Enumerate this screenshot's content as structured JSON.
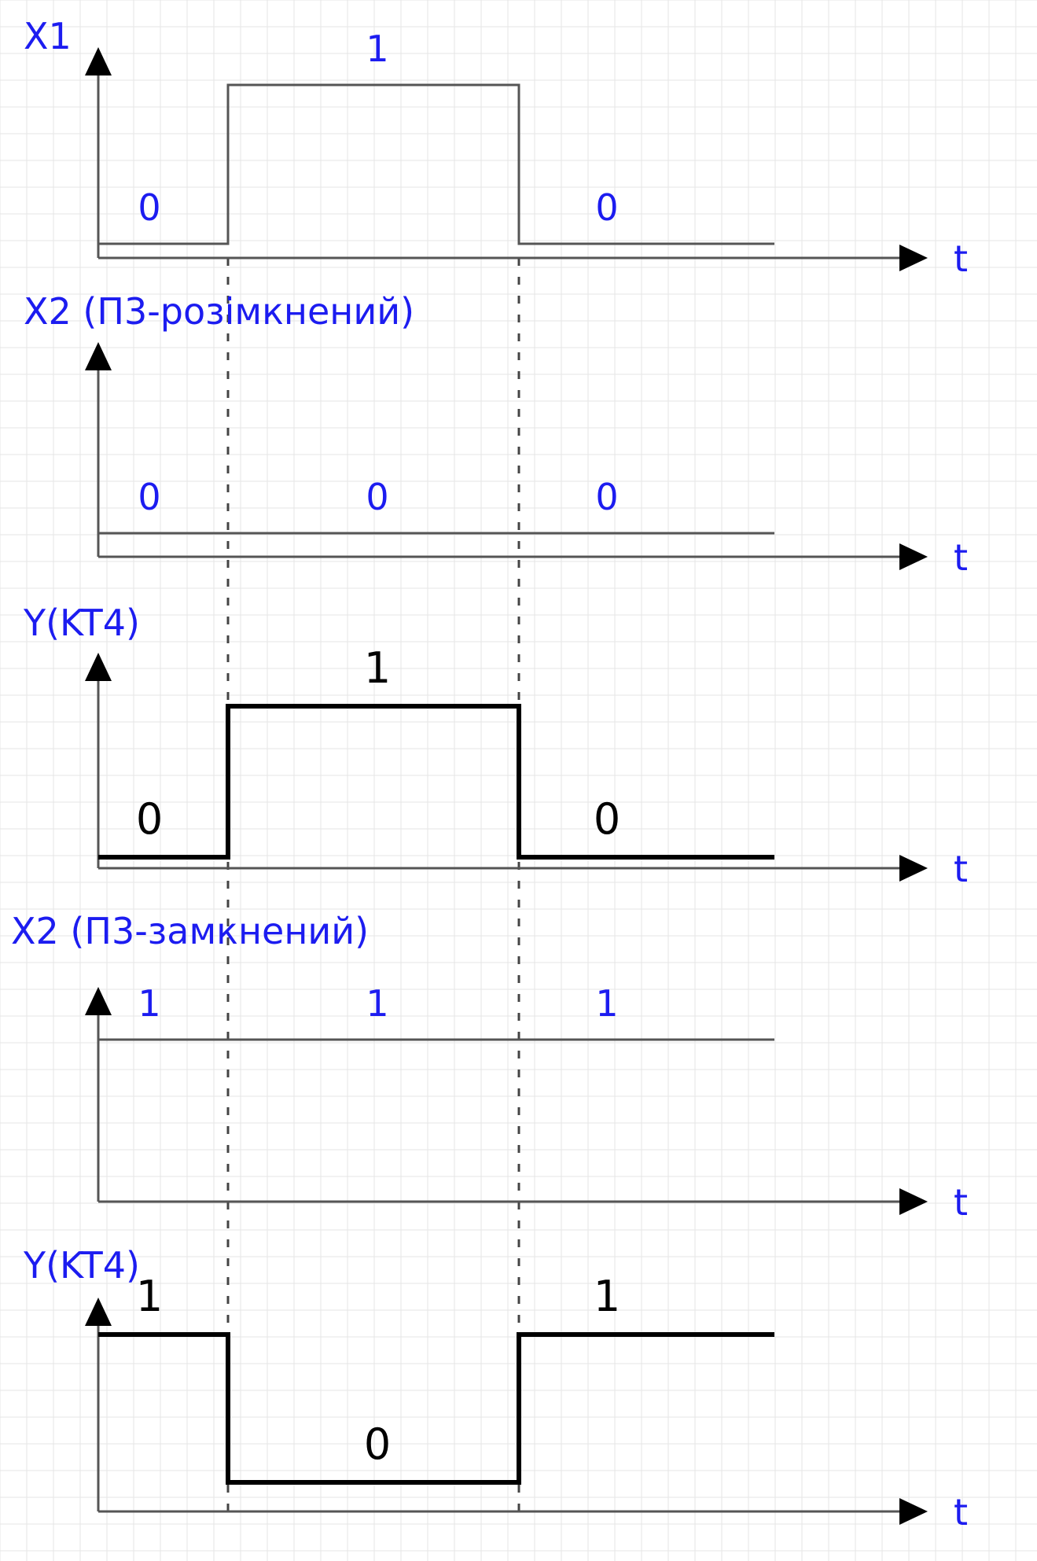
{
  "colors": {
    "label_blue": "#1c1cf0",
    "signal_black": "#000000",
    "grid": "#e6e6e6"
  },
  "axis_end_label": "t",
  "panels": [
    {
      "id": "x1",
      "title": "X1",
      "style": "thin",
      "label_color": "blue",
      "levels": [
        0,
        1,
        0
      ],
      "labels": [
        "0",
        "1",
        "0"
      ]
    },
    {
      "id": "x2-open",
      "title": "X2 (П3-розімкнений)",
      "style": "thin",
      "label_color": "blue",
      "levels": [
        0,
        0,
        0
      ],
      "labels": [
        "0",
        "0",
        "0"
      ]
    },
    {
      "id": "y-kt4-1",
      "title": "Y(KT4)",
      "style": "bold",
      "label_color": "black",
      "levels": [
        0,
        1,
        0
      ],
      "labels": [
        "0",
        "1",
        "0"
      ]
    },
    {
      "id": "x2-closed",
      "title": "X2 (П3-замкнений)",
      "style": "thin",
      "label_color": "blue",
      "levels": [
        1,
        1,
        1
      ],
      "labels": [
        "1",
        "1",
        "1"
      ]
    },
    {
      "id": "y-kt4-2",
      "title": "Y(KT4)",
      "style": "bold",
      "label_color": "black",
      "levels": [
        1,
        0,
        1
      ],
      "labels": [
        "1",
        "0",
        "1"
      ]
    }
  ]
}
